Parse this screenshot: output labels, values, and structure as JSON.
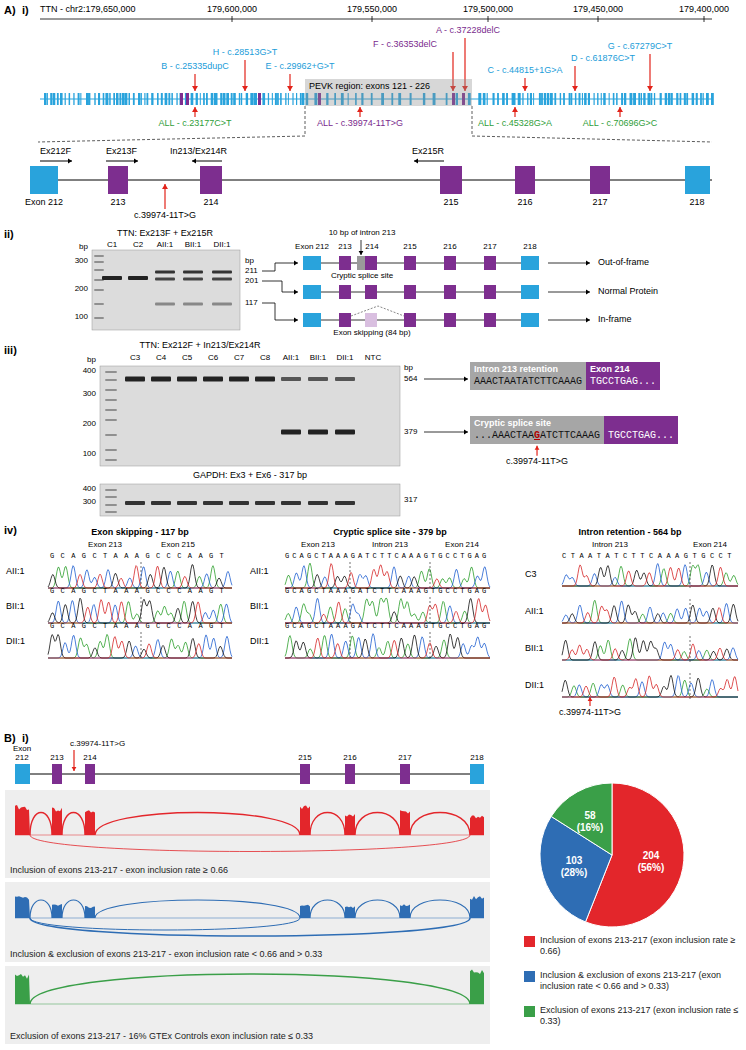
{
  "diagram": {
    "nodes": [
      {
        "text": [
          "PEVK region: exons 121 - 226"
        ]
      },
      {
        "text": [
          "Intron 213 retention",
          "AAACTAATATCTTCAAAG",
          "Exon 214",
          "TGCCTGAG..."
        ]
      },
      {
        "text": [
          "Cryptic splice site",
          "...AAACTAA",
          "G",
          "ATCTTCAAAG",
          "TGCCTGAG..."
        ]
      },
      {
        "text": [
          "Inclusion of exons 213-217 - exon inclusion rate ≥ 0.66"
        ]
      },
      {
        "text": [
          "Inclusion & exclusion of exons 213-217 - exon inclusion rate < 0.66 and > 0.33"
        ]
      },
      {
        "text": [
          "Exclusion of exons 213-217 - 16% GTEx Controls exon inclusion rate ≤ 0.33"
        ]
      }
    ],
    "labels": [
      "A)",
      "i)",
      "TTN - chr2:179,650,000",
      "179,600,000",
      "179,550,000",
      "179,500,000",
      "179,450,000",
      "179,400,000",
      "A - c.37228delC",
      "F - c.36353delC",
      "H - c.28513G>T",
      "B - c.25335dupC",
      "E - c.29962+G>T",
      "C - c.44815+1G>A",
      "D - c.61876C>T",
      "G - c.67279C>T",
      "ALL - c.23177C>T",
      "ALL - c.39974-11T>G",
      "ALL - c.45328G>A",
      "ALL - c.70696G>C",
      "Ex212F",
      "Ex213F",
      "In213/Ex214R",
      "Ex215R",
      "Exon 212",
      "213",
      "214",
      "215",
      "216",
      "217",
      "218",
      "c.39974-11T>G",
      "ii)",
      "TTN: Ex213F + Ex215R",
      "bp",
      "300",
      "200",
      "100",
      "C1",
      "C2",
      "AII:1",
      "BII:1",
      "DII:1",
      "bp",
      "211",
      "201",
      "117",
      "10 bp of intron 213",
      "Exon 212",
      "213",
      "214",
      "215",
      "216",
      "217",
      "218",
      "Cryptic splice site",
      "Exon skipping (84 bp)",
      "Out-of-frame",
      "Normal Protein",
      "In-frame",
      "iii)",
      "TTN: Ex212F + In213/Ex214R",
      "bp",
      "400",
      "300",
      "200",
      "100",
      "C3",
      "C4",
      "C5",
      "C6",
      "C7",
      "C8",
      "AII:1",
      "BII:1",
      "DII:1",
      "NTC",
      "bp",
      "564",
      "379",
      "GAPDH: Ex3 + Ex6 - 317 bp",
      "400",
      "300",
      "317",
      "c.39974-11T>G",
      "iv)",
      "Exon skipping - 117 bp",
      "Exon 213",
      "Exon 215",
      "AII:1",
      "BII:1",
      "DII:1",
      "GCAGCTAAAGCCCAAGT",
      "GCAGCTAAAGCCCAAGT",
      "GCAGCTAAAGCCCAAGT",
      "Cryptic splice site - 379 bp",
      "Exon 213",
      "Intron 213",
      "Exon 214",
      "AII:1",
      "BII:1",
      "DII:1",
      "GCAGCTAAAGATCTTCAAAGTGCCTGAG",
      "GCAGCTAAAGATCTTCAAAGTGCCTGAG",
      "GCAGCTAAAGATCTTCAAAGTGCCTGAG",
      "Intron retention - 564 bp",
      "Intron 213",
      "Exon 214",
      "C3",
      "AII:1",
      "BII:1",
      "DII:1",
      "CTAATATCTTCAAAGTGCCT",
      "c.39974-11T>G",
      "B)",
      "i)",
      "Exon",
      "212",
      "213",
      "c.39974-11T>G",
      "214",
      "215",
      "216",
      "217",
      "218",
      "204",
      "(56%)",
      "103",
      "(28%)",
      "58",
      "(16%)"
    ],
    "legend": [
      {
        "text": "Inclusion of exons 213-217 (exon inclusion rate ≥ 0.66)",
        "color": "#e3262b"
      },
      {
        "text": "Inclusion & exclusion of exons 213-217 (exon inclusion rate < 0.66 and > 0.33)",
        "color": "#2e6db4"
      },
      {
        "text": "Exclusion of exons 213-217 (exon inclusion rate ≤ 0.33)",
        "color": "#3a9f48"
      }
    ]
  }
}
